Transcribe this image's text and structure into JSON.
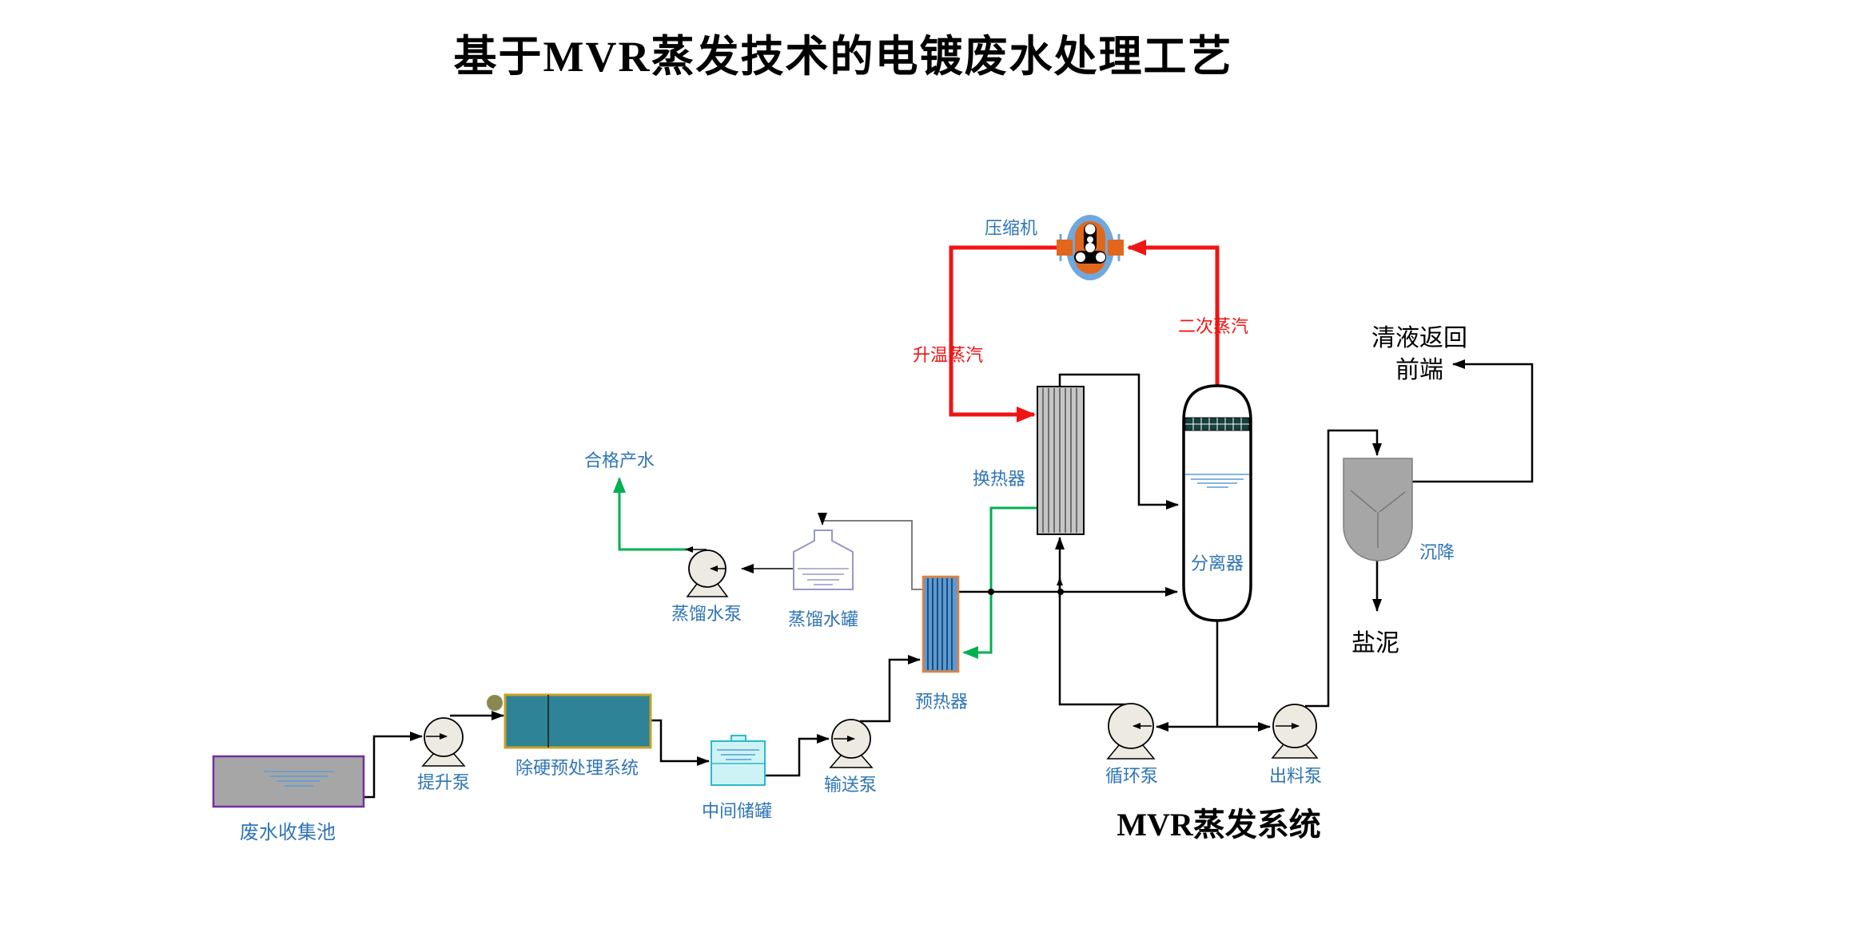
{
  "title": "基于MVR蒸发技术的电镀废水处理工艺",
  "labels": {
    "compressor": "压缩机",
    "heated_steam": "升温蒸汽",
    "secondary_steam": "二次蒸汽",
    "heat_exchanger": "换热器",
    "separator": "分离器",
    "settling": "沉降",
    "clear_liquid_return_line1": "清液返回",
    "clear_liquid_return_line2": "前端",
    "salt_mud": "盐泥",
    "qualified_product_water": "合格产水",
    "distilled_water_pump": "蒸馏水泵",
    "distilled_water_tank": "蒸馏水罐",
    "preheater": "预热器",
    "wastewater_collection_pool": "废水收集池",
    "lift_pump": "提升泵",
    "hardness_removal_pretreatment_system": "除硬预处理系统",
    "intermediate_storage_tank": "中间储罐",
    "transfer_pump": "输送泵",
    "circulation_pump": "循环泵",
    "discharge_pump": "出料泵",
    "mvr_evaporation_system": "MVR蒸发系统"
  },
  "colors": {
    "blue_label": "#2E75B6",
    "red_stream": "#F01414",
    "green_stream": "#00B050",
    "pipe_black": "#000000",
    "gray_line": "#7F7F7F",
    "text_black": "#000000",
    "hx_fill": "#C6C6C6",
    "hx_stripe": "#595959",
    "preheater_fill": "#5B9BD5",
    "preheater_stripe": "#1F4E79",
    "preheater_border": "#ED7D31",
    "demister_fill": "#16413D",
    "water_blue": "#5B9BD5",
    "settler_gray": "#A6A6A6",
    "pool_gray": "#A6A6A6",
    "pool_border": "#7030A0",
    "pretreat_fill": "#2E8396",
    "pretreat_border": "#C9A227",
    "pretreat_dot": "#8B8752",
    "itank_fill": "#CDF3F6",
    "itank_border": "#2FB8CC",
    "bottle_border": "#9898CC",
    "pump_fill": "#ECEAE1",
    "compressor_blue": "#6FA8DC",
    "compressor_orange": "#E2671B"
  }
}
